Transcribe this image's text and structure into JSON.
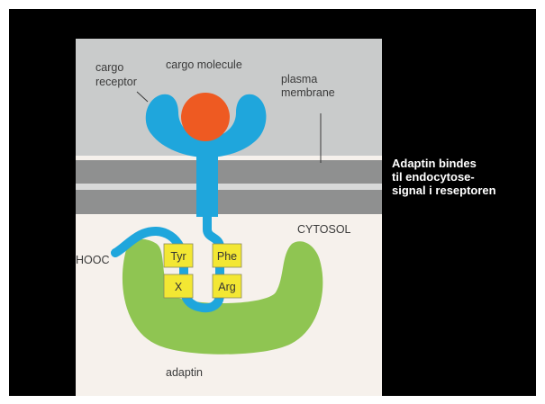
{
  "colors": {
    "slide_background": "#000000",
    "figure_background": "#f6f1ec",
    "membrane_band": "#c9cbcb",
    "membrane_stripe": "#8f9090",
    "receptor": "#1fa6dc",
    "cargo": "#ee5a22",
    "adaptin": "#8fc552",
    "signal_box": "#f3e733",
    "caption_text": "#ffffff"
  },
  "figure": {
    "cargo_receptor": [
      "cargo",
      "receptor"
    ],
    "cargo_molecule": "cargo molecule",
    "plasma_membrane": [
      "plasma",
      "membrane"
    ],
    "cytosol": "CYTOSOL",
    "hooc": "HOOC",
    "adaptin": "adaptin",
    "signal": {
      "tyr": "Tyr",
      "phe": "Phe",
      "x": "X",
      "arg": "Arg"
    }
  },
  "caption": [
    "Adaptin bindes",
    "til endocytose-",
    "signal i reseptoren"
  ]
}
